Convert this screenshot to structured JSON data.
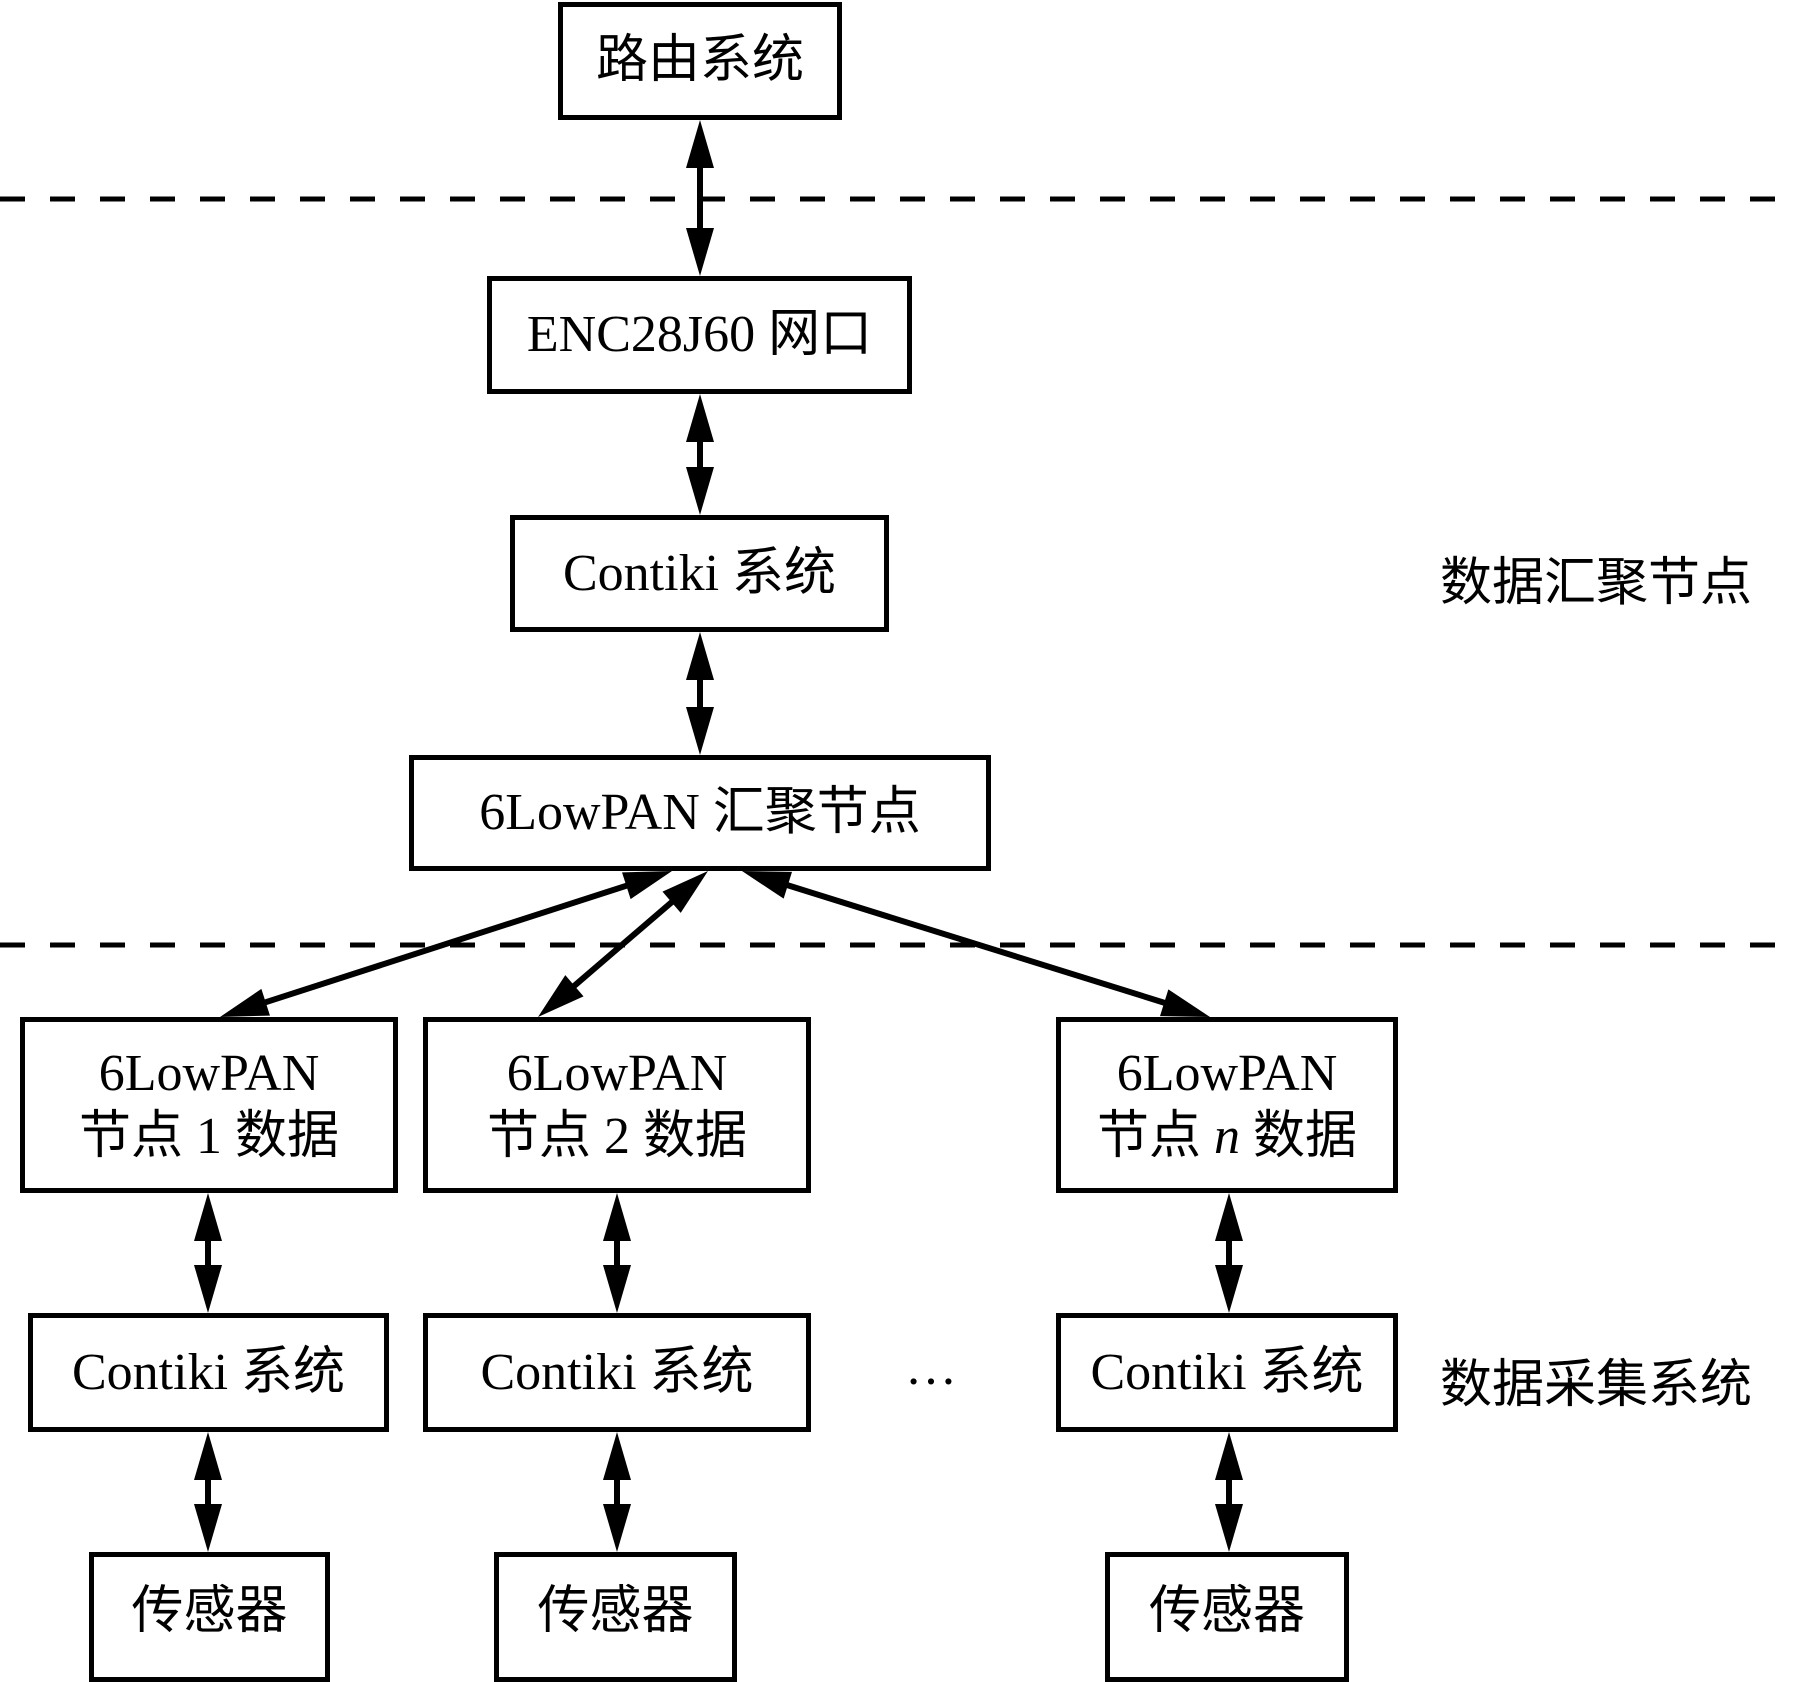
{
  "diagram": {
    "layers": {
      "router_label": "",
      "sink_label": "数据汇聚节点",
      "collect_label": "数据采集系统"
    },
    "boxes": {
      "router": "路由系统",
      "enc": "ENC28J60 网口",
      "sink_contiki": "Contiki 系统",
      "sink_node": "6LowPAN 汇聚节点"
    },
    "nodes": [
      {
        "line1": "6LowPAN",
        "prefix": "节点 ",
        "index": "1",
        "suffix": " 数据",
        "os": "Contiki 系统",
        "sensor": "传感器"
      },
      {
        "line1": "6LowPAN",
        "prefix": "节点 ",
        "index": "2",
        "suffix": " 数据",
        "os": "Contiki 系统",
        "sensor": "传感器"
      },
      {
        "line1": "6LowPAN",
        "prefix": "节点 ",
        "index": "n",
        "suffix": " 数据",
        "os": "Contiki 系统",
        "sensor": "传感器"
      }
    ],
    "ellipsis": "…",
    "connections": [
      [
        "router",
        "enc"
      ],
      [
        "enc",
        "sink_contiki"
      ],
      [
        "sink_contiki",
        "sink_node"
      ],
      [
        "sink_node",
        "node1"
      ],
      [
        "sink_node",
        "node2"
      ],
      [
        "sink_node",
        "noden"
      ],
      [
        "node1",
        "os1"
      ],
      [
        "os1",
        "sensor1"
      ],
      [
        "node2",
        "os2"
      ],
      [
        "os2",
        "sensor2"
      ],
      [
        "noden",
        "osn"
      ],
      [
        "osn",
        "sensorn"
      ]
    ]
  }
}
